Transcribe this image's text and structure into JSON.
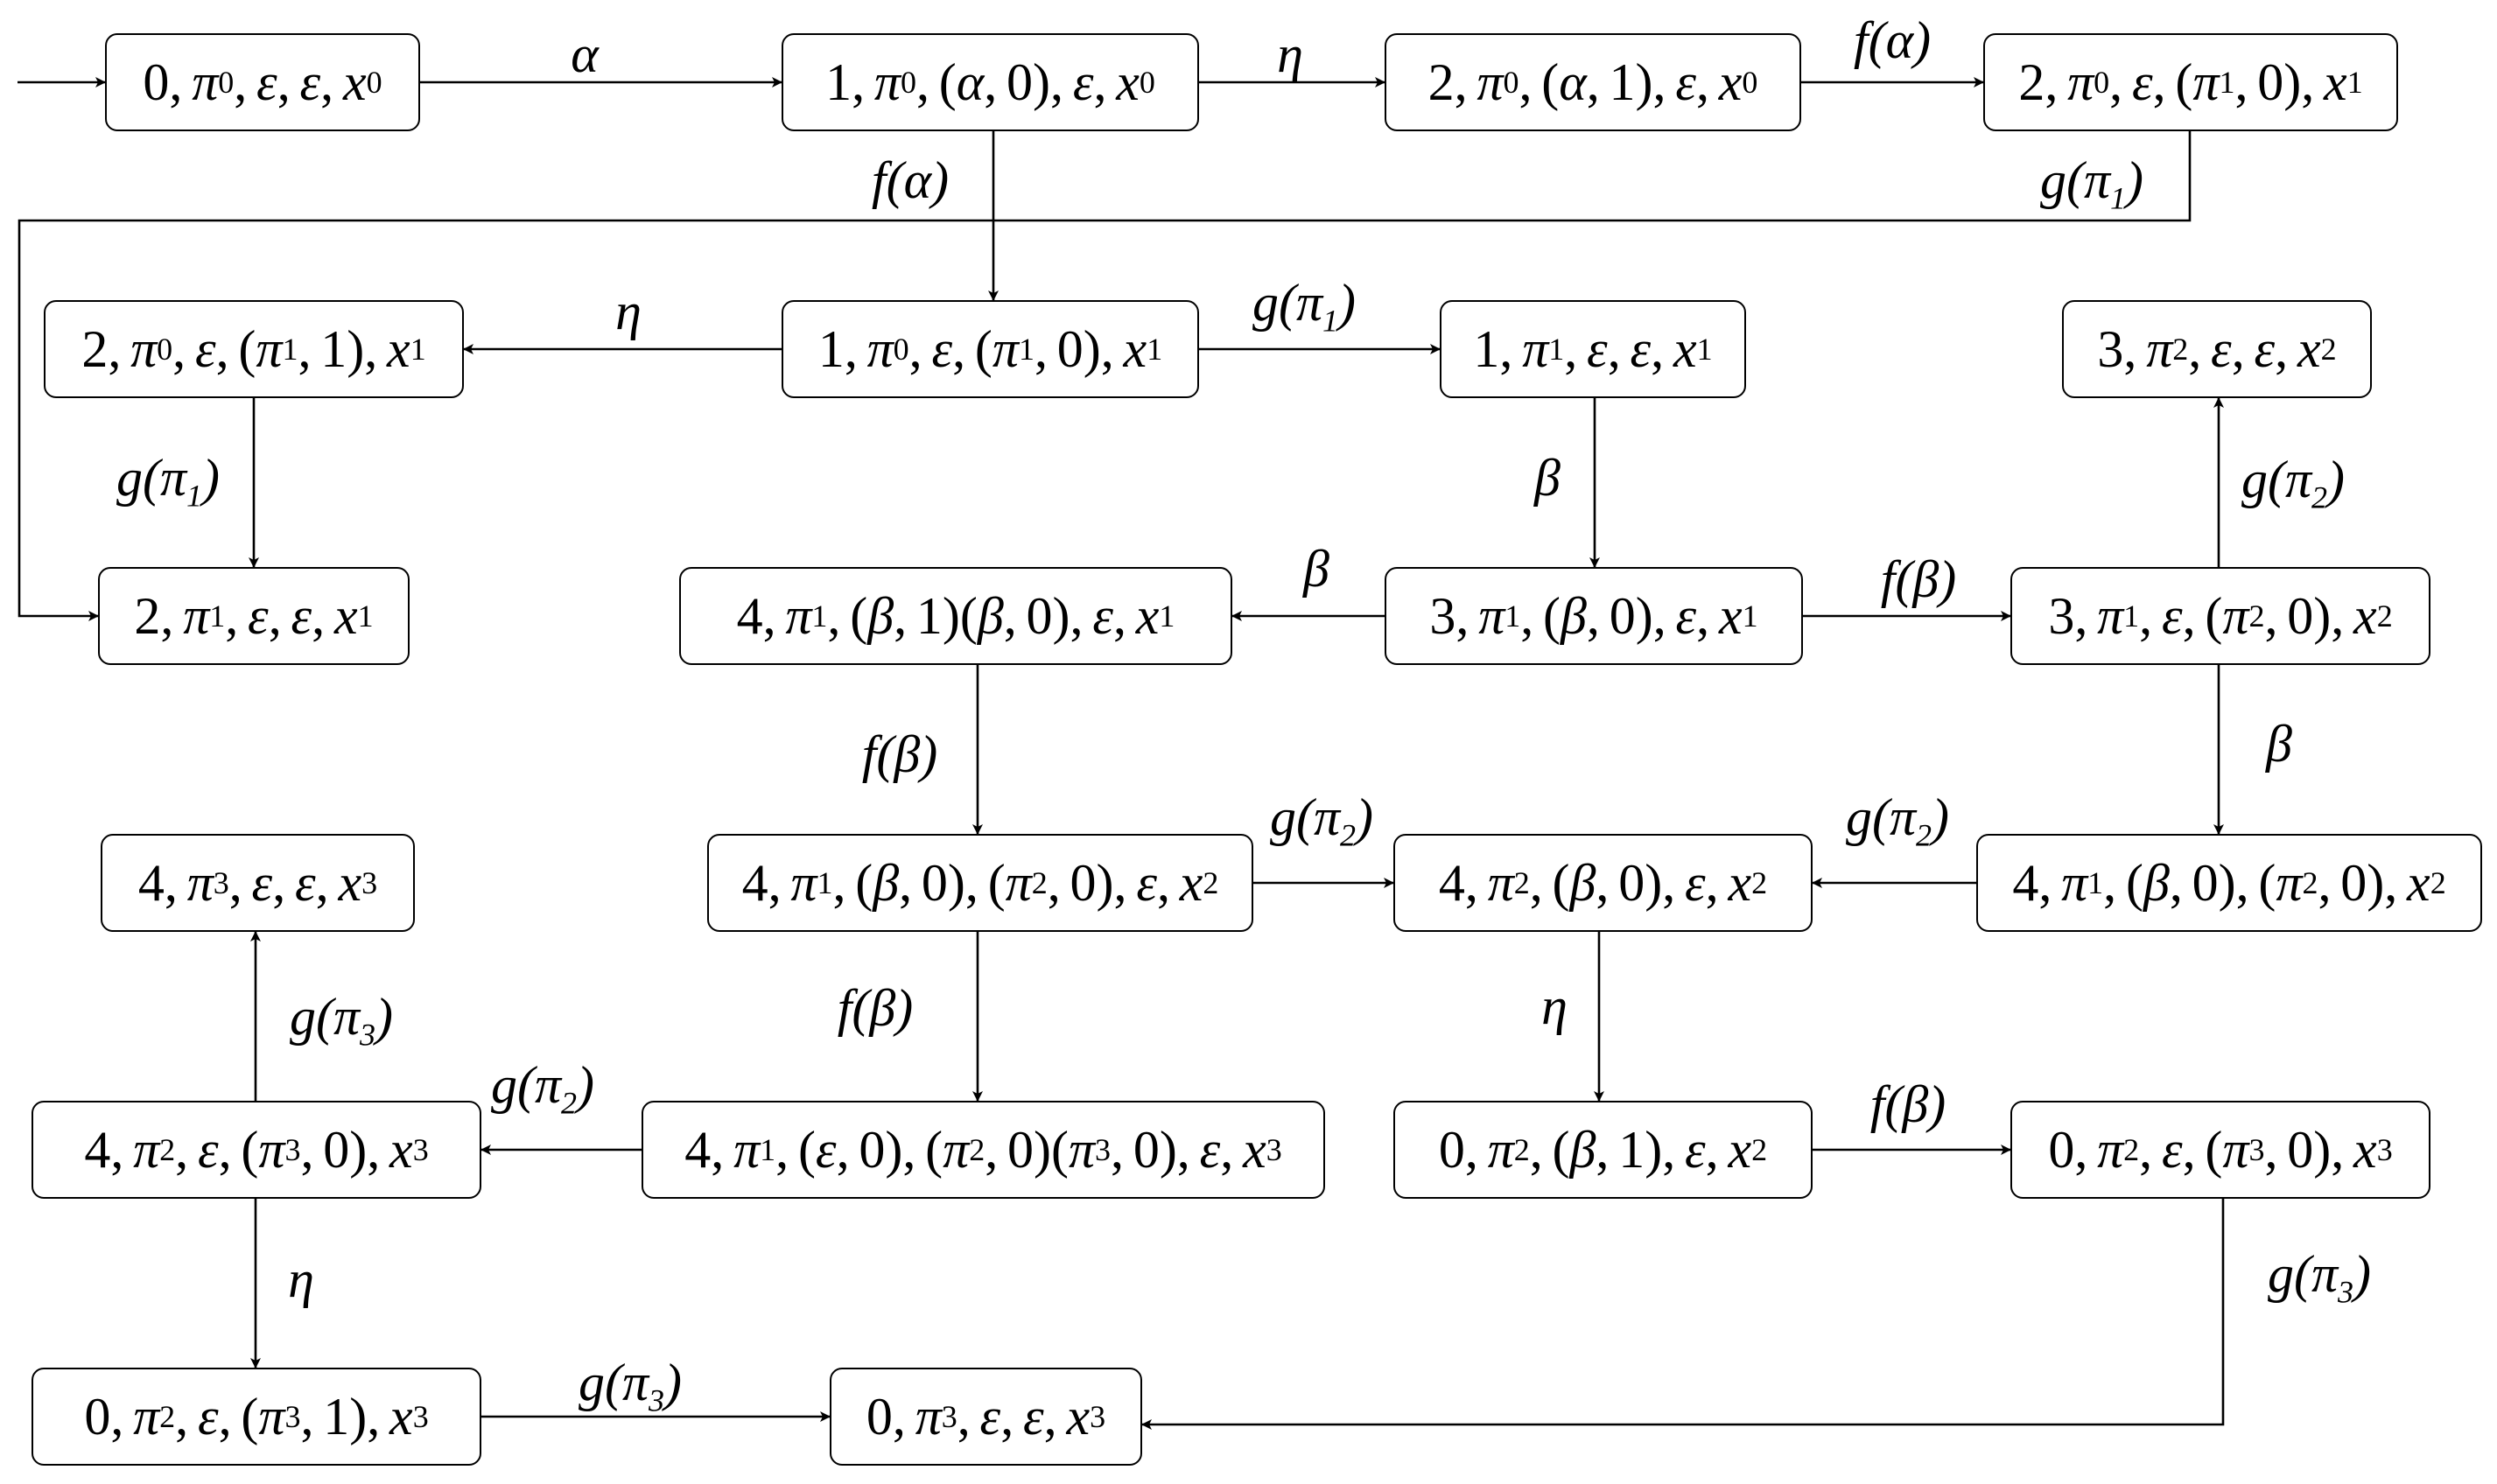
{
  "states": [
    {
      "id": "s1",
      "label": "0,π0,ε,ε,x0"
    },
    {
      "id": "s2",
      "label": "1,π0,(α,0),ε,x0"
    },
    {
      "id": "s3",
      "label": "2,π0,(α,1),ε,x0"
    },
    {
      "id": "s4",
      "label": "2,π0,ε,(π1,0),x1"
    },
    {
      "id": "s5",
      "label": "2,π0,ε,(π1,1),x1"
    },
    {
      "id": "s6",
      "label": "1,π0,ε,(π1,0),x1"
    },
    {
      "id": "s7",
      "label": "1,π1,ε,ε,x1"
    },
    {
      "id": "s8",
      "label": "3,π2,ε,ε,x2"
    },
    {
      "id": "s9",
      "label": "2,π1,ε,ε,x1"
    },
    {
      "id": "s10",
      "label": "4,π1,(β,1)(β,0),ε,x1"
    },
    {
      "id": "s11",
      "label": "3,π1,(β,0),ε,x1"
    },
    {
      "id": "s12",
      "label": "3,π1,ε,(π2,0),x2"
    },
    {
      "id": "s13",
      "label": "4,π3,ε,ε,x3"
    },
    {
      "id": "s14",
      "label": "4,π1,(β,0),(π2,0),ε,x2"
    },
    {
      "id": "s15",
      "label": "4,π2,(β,0),ε,x2"
    },
    {
      "id": "s16",
      "label": "4,π1,(β,0),(π2,0),x2"
    },
    {
      "id": "s17",
      "label": "4,π2,ε,(π3,0),x3"
    },
    {
      "id": "s18",
      "label": "4,π1,(ε,0),(π2,0)(π3,0),ε,x3"
    },
    {
      "id": "s19",
      "label": "0,π2,(β,1),ε,x2"
    },
    {
      "id": "s20",
      "label": "0,π2,ε,(π3,0),x3"
    },
    {
      "id": "s21",
      "label": "0,π2,ε,(π3,1),x3"
    },
    {
      "id": "s22",
      "label": "0,π3,ε,ε,x3"
    }
  ],
  "transitions": [
    {
      "from": "start",
      "to": "s1",
      "label": ""
    },
    {
      "from": "s1",
      "to": "s2",
      "label": "α"
    },
    {
      "from": "s2",
      "to": "s3",
      "label": "η"
    },
    {
      "from": "s3",
      "to": "s4",
      "label": "f(α)"
    },
    {
      "from": "s2",
      "to": "s6",
      "label": "f(α)"
    },
    {
      "from": "s4",
      "to": "s9",
      "label": "g(π1)"
    },
    {
      "from": "s6",
      "to": "s5",
      "label": "η"
    },
    {
      "from": "s6",
      "to": "s7",
      "label": "g(π1)"
    },
    {
      "from": "s5",
      "to": "s9",
      "label": "g(π1)"
    },
    {
      "from": "s7",
      "to": "s11",
      "label": "β"
    },
    {
      "from": "s11",
      "to": "s10",
      "label": "β"
    },
    {
      "from": "s11",
      "to": "s12",
      "label": "f(β)"
    },
    {
      "from": "s12",
      "to": "s8",
      "label": "g(π2)"
    },
    {
      "from": "s12",
      "to": "s16",
      "label": "β"
    },
    {
      "from": "s10",
      "to": "s14",
      "label": "f(β)"
    },
    {
      "from": "s14",
      "to": "s15",
      "label": "g(π2)"
    },
    {
      "from": "s16",
      "to": "s15",
      "label": "g(π2)"
    },
    {
      "from": "s14",
      "to": "s18",
      "label": "f(β)"
    },
    {
      "from": "s15",
      "to": "s19",
      "label": "η"
    },
    {
      "from": "s19",
      "to": "s20",
      "label": "f(β)"
    },
    {
      "from": "s18",
      "to": "s17",
      "label": "g(π2)"
    },
    {
      "from": "s17",
      "to": "s13",
      "label": "g(π3)"
    },
    {
      "from": "s17",
      "to": "s21",
      "label": "η"
    },
    {
      "from": "s21",
      "to": "s22",
      "label": "g(π3)"
    },
    {
      "from": "s20",
      "to": "s22",
      "label": "g(π3)"
    }
  ],
  "colors": {
    "stroke": "#000000",
    "fill": "#ffffff"
  }
}
